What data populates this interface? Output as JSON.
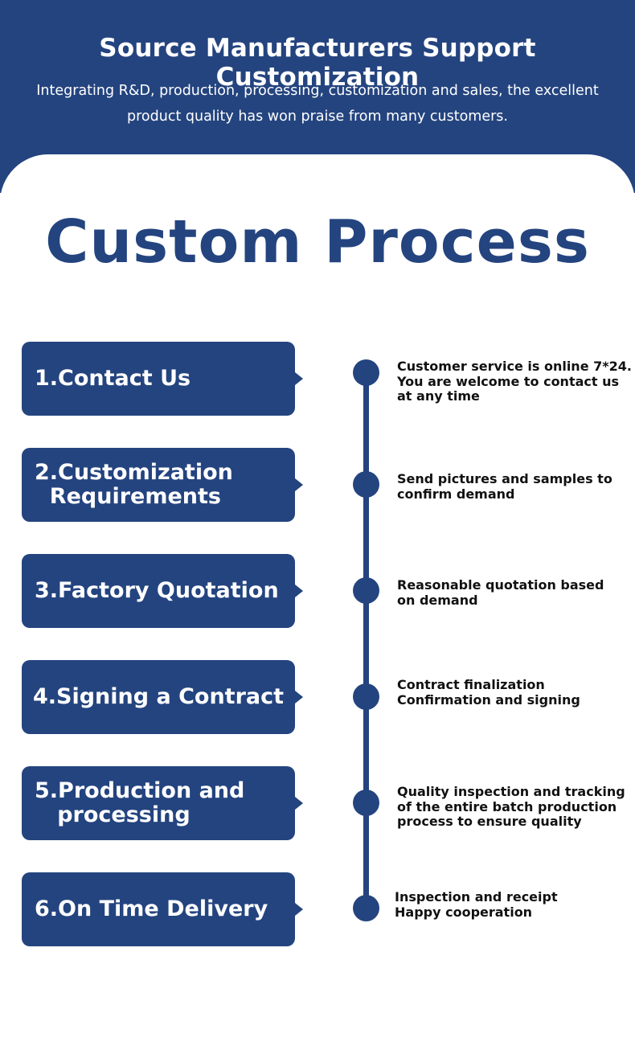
{
  "header": {
    "title": "Source Manufacturers Support Customization",
    "subtitle": "Integrating R&D, production, processing, customization and sales, the excellent\nproduct quality has won praise from many customers."
  },
  "main_title": "Custom Process",
  "colors": {
    "brand_blue": "#24447f",
    "background": "#ffffff",
    "text_dark": "#111111"
  },
  "steps": [
    {
      "label": "1.Contact Us",
      "description": "Customer service is online 7*24.\nYou are welcome to contact us\nat any time"
    },
    {
      "label": "2.Customization\n  Requirements",
      "description": "Send pictures and samples to\nconfirm demand"
    },
    {
      "label": "3.Factory Quotation",
      "description": "Reasonable quotation based\non demand"
    },
    {
      "label": "4.Signing a Contract",
      "description": "Contract finalization\nConfirmation and signing"
    },
    {
      "label": "5.Production and\n   processing",
      "description": "Quality inspection and tracking\nof the entire batch production\nprocess to ensure quality"
    },
    {
      "label": "6.On Time Delivery",
      "description": "Inspection and receipt\nHappy cooperation"
    }
  ]
}
